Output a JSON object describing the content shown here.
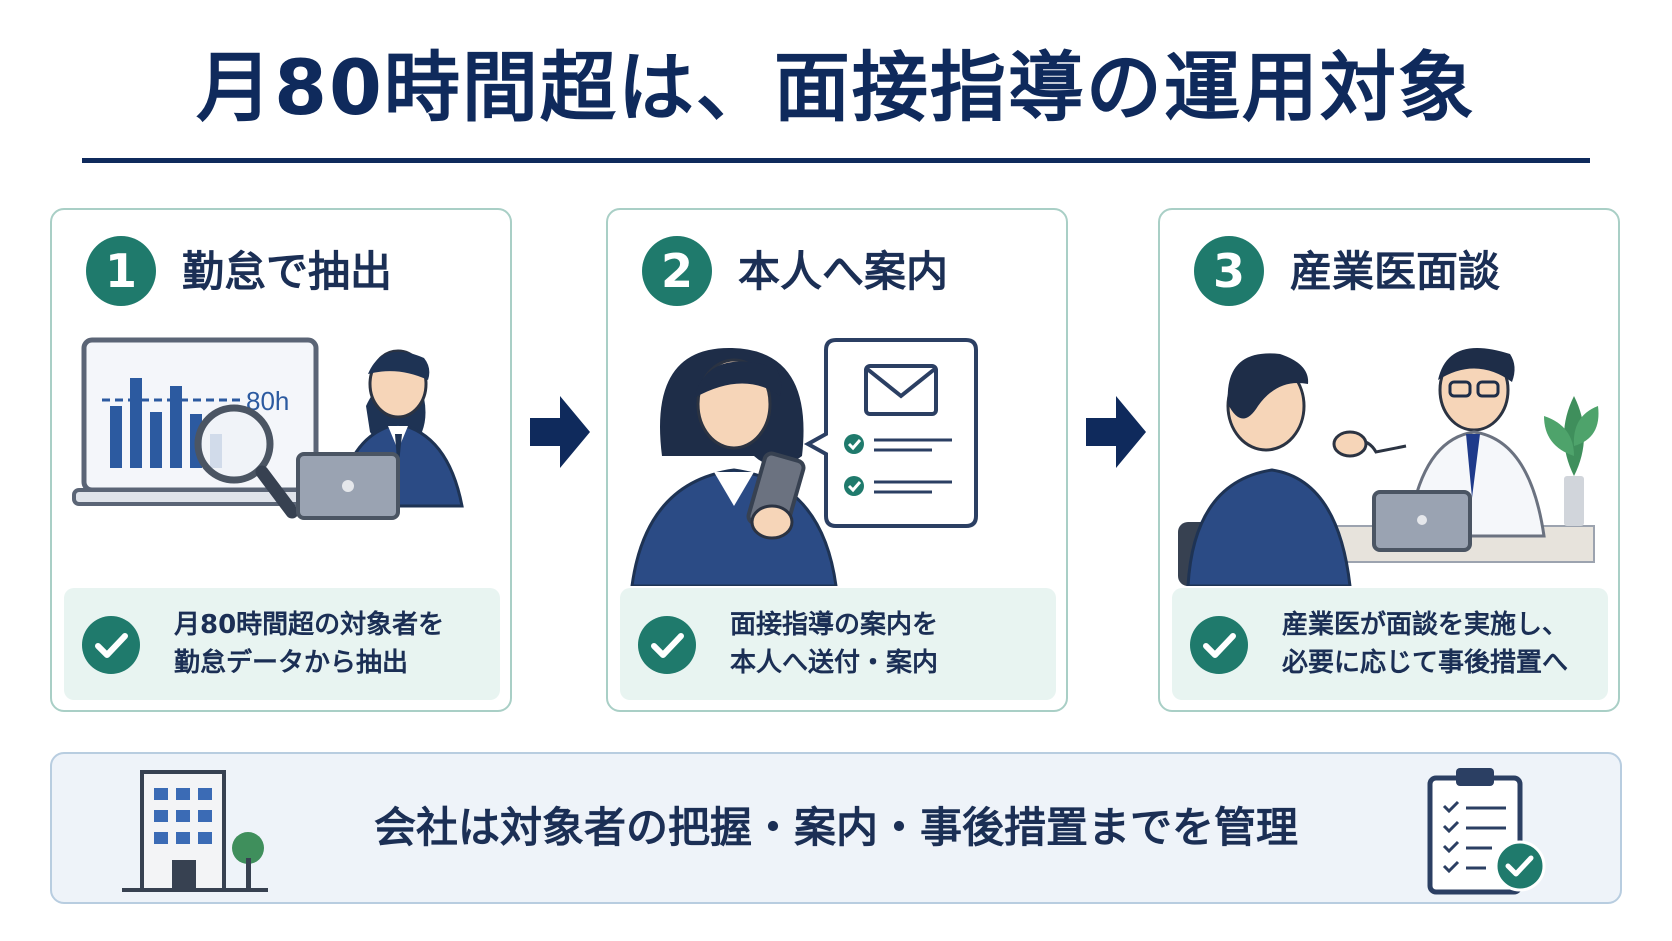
{
  "title": "月80時間超は、面接指導の運用対象",
  "steps": [
    {
      "number": "1",
      "title": "勤怠で抽出",
      "note_line1": "月80時間超の対象者を",
      "note_line2": "勤怠データから抽出",
      "chart_label": "80h"
    },
    {
      "number": "2",
      "title": "本人へ案内",
      "note_line1": "面接指導の案内を",
      "note_line2": "本人へ送付・案内"
    },
    {
      "number": "3",
      "title": "産業医面談",
      "note_line1": "産業医が面談を実施し、",
      "note_line2": "必要に応じて事後措置へ"
    }
  ],
  "bottom": {
    "text": "会社は対象者の把握・案内・事後措置までを管理"
  },
  "colors": {
    "navy": "#0f2a5c",
    "teal": "#1f7a6c",
    "mint": "#e8f4f1",
    "border": "#a9cfc6"
  },
  "icons": [
    "laptop-chart-icon",
    "magnifier-icon",
    "person-laptop-icon",
    "arrow-right-icon",
    "person-phone-icon",
    "mail-icon",
    "checklist-icon",
    "doctor-icon",
    "patient-icon",
    "plant-icon",
    "building-icon",
    "clipboard-check-icon",
    "check-icon"
  ]
}
